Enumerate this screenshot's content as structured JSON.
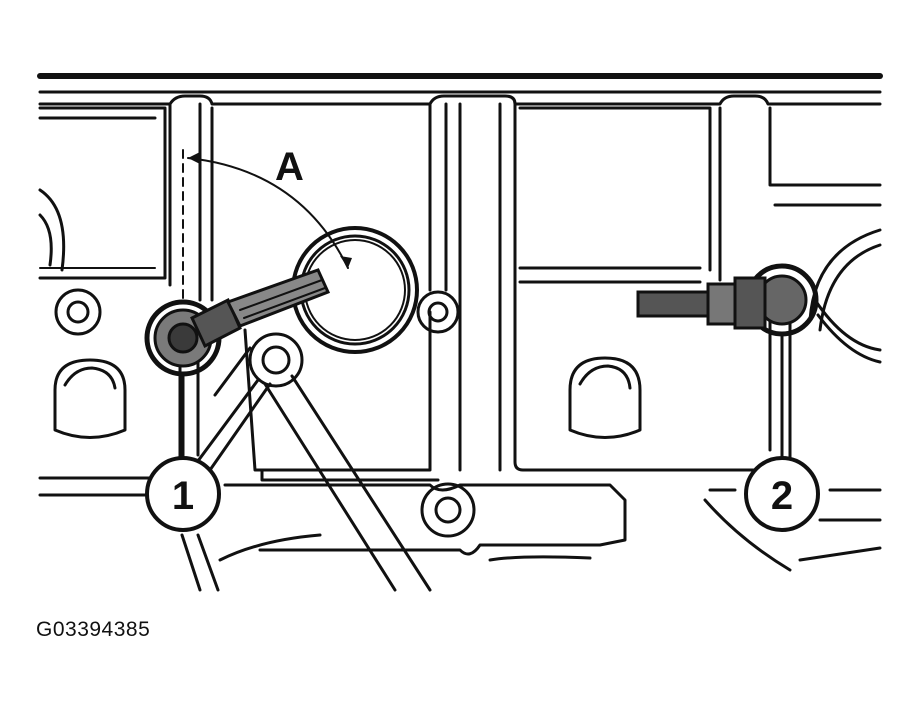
{
  "figure": {
    "id_code": "G03394385",
    "angle_label": "A",
    "callouts": [
      {
        "number": "1"
      },
      {
        "number": "2"
      }
    ]
  },
  "colors": {
    "line": "#111111",
    "sensor_fill": "#555555",
    "background": "#ffffff"
  }
}
